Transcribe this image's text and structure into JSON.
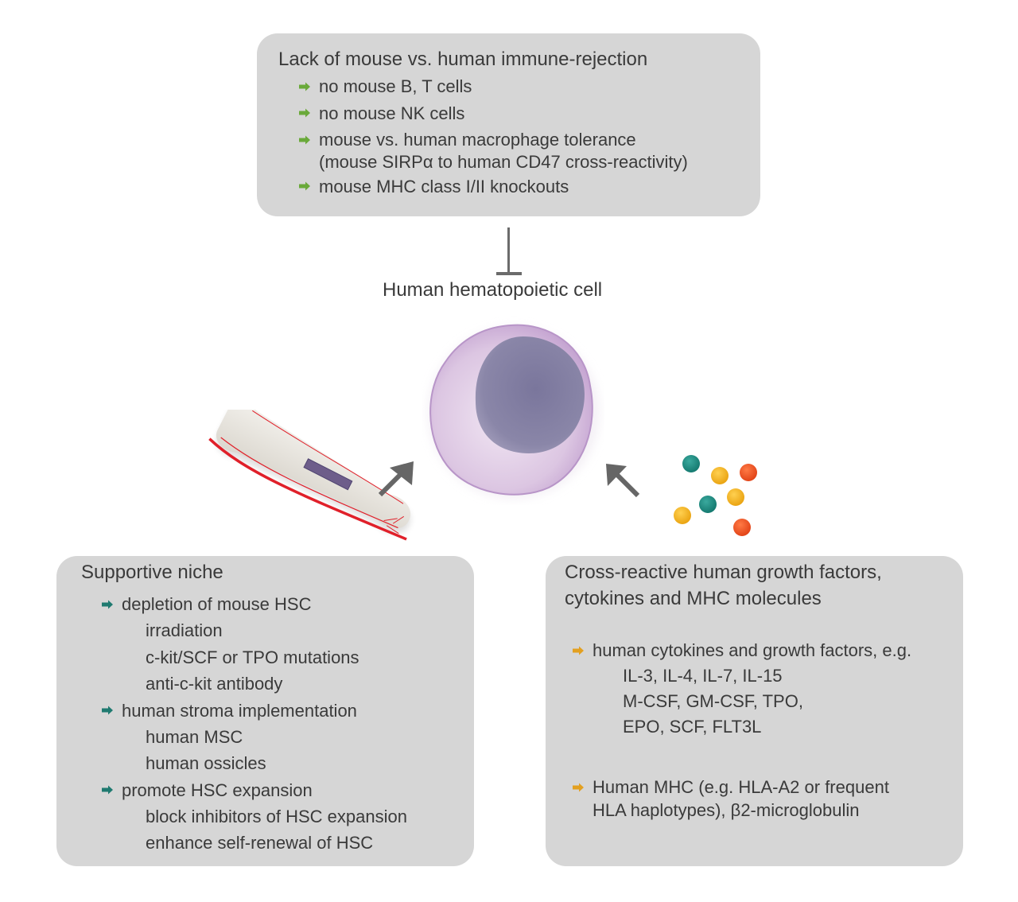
{
  "colors": {
    "box_bg": "#d6d6d6",
    "text": "#3a3a3a",
    "connector": "#6b6b6b",
    "bullet_green": "#6aa93a",
    "bullet_teal": "#1f7a70",
    "bullet_orange": "#e3a020",
    "ball_teal": "#1c8a80",
    "ball_yellow": "#f2b420",
    "ball_red": "#ee5525",
    "cell_membrane": "#c6a6d2",
    "cell_nucleus": "#7f7ba0",
    "blood_vessel": "#e0202a"
  },
  "top_box": {
    "title": "Lack of mouse vs. human immune-rejection",
    "items": [
      {
        "text": "no mouse B, T cells"
      },
      {
        "text": "no mouse NK cells"
      },
      {
        "text": "mouse vs. human macrophage tolerance",
        "continuation": "(mouse SIRPα to human CD47 cross-reactivity)"
      },
      {
        "text": "mouse MHC class I/II knockouts"
      }
    ]
  },
  "center": {
    "label": "Human hematopoietic cell",
    "inhibition_symbol": "inhibit-bar",
    "cell_image": "hematopoietic-cell-illustration",
    "bone_image": "bone-with-vessels-illustration",
    "factors_image": "growth-factor-molecules-illustration"
  },
  "left_box": {
    "title": "Supportive niche",
    "groups": [
      {
        "text": "depletion of mouse HSC",
        "subs": [
          "irradiation",
          "c-kit/SCF or TPO mutations",
          "anti-c-kit antibody"
        ]
      },
      {
        "text": "human stroma implementation",
        "subs": [
          "human MSC",
          "human ossicles"
        ]
      },
      {
        "text": "promote HSC expansion",
        "subs": [
          "block inhibitors of HSC expansion",
          "enhance self-renewal of HSC"
        ]
      }
    ]
  },
  "right_box": {
    "title_line1": "Cross-reactive human growth factors,",
    "title_line2": "cytokines and MHC molecules",
    "groups": [
      {
        "text": "human cytokines and growth factors, e.g.",
        "subs": [
          "IL-3, IL-4, IL-7, IL-15",
          "M-CSF, GM-CSF, TPO,",
          "EPO, SCF, FLT3L"
        ]
      },
      {
        "text": "Human MHC (e.g. HLA-A2 or frequent",
        "continuation": "HLA haplotypes), β2-microglobulin"
      }
    ]
  }
}
